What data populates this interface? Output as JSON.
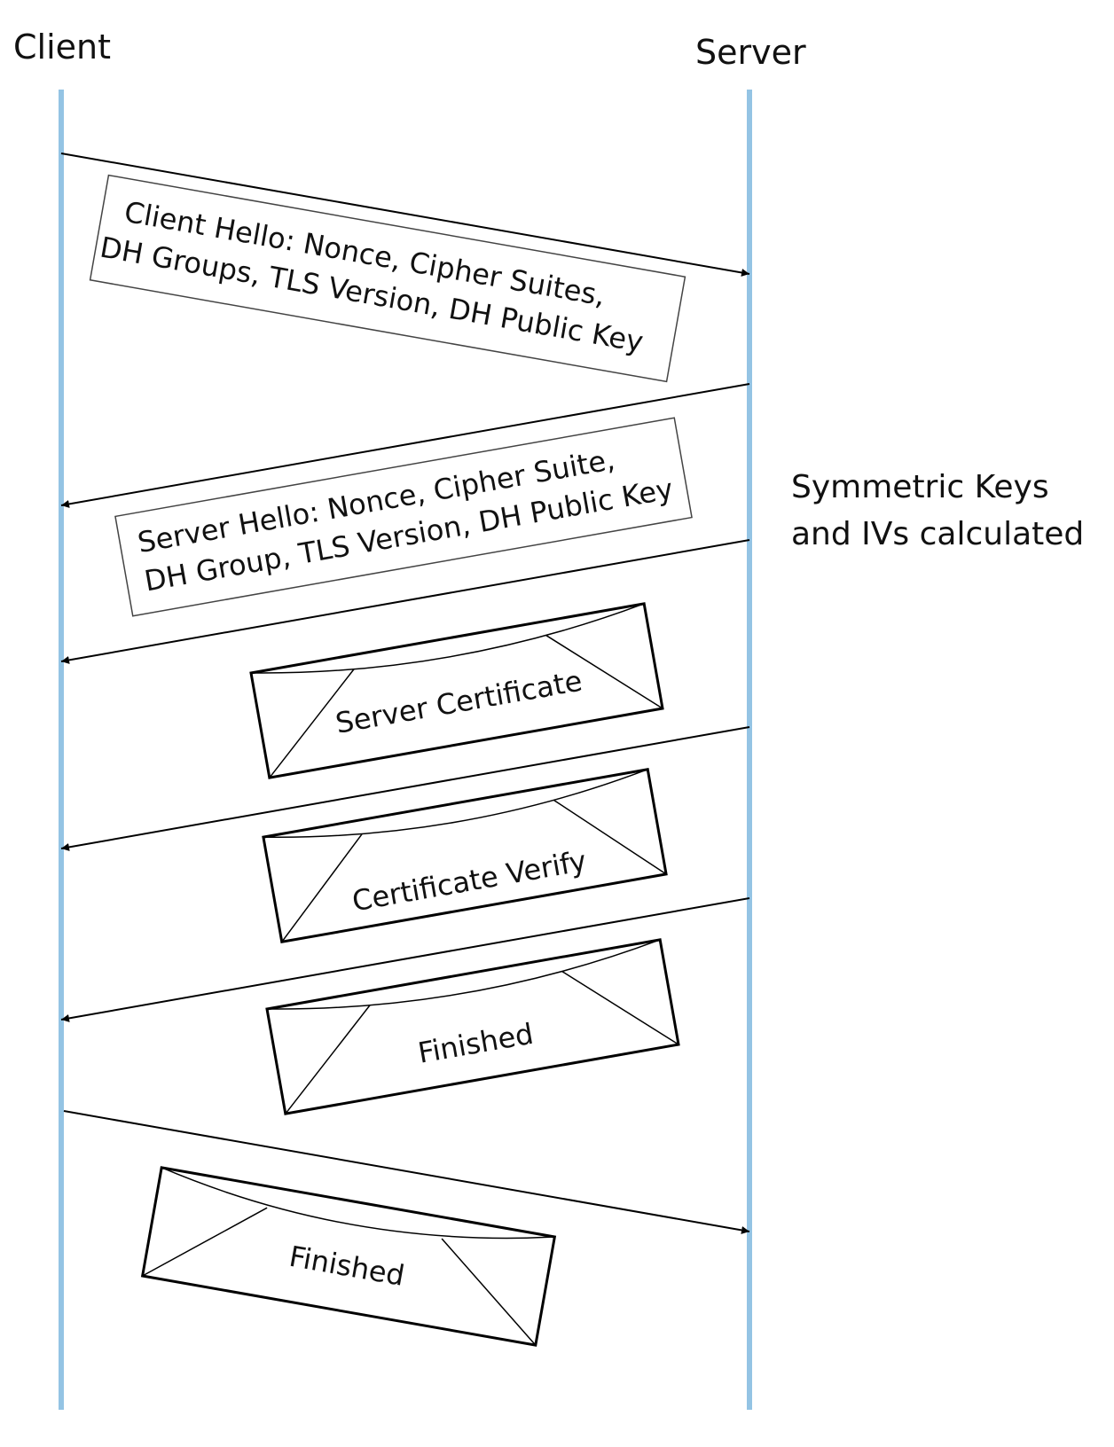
{
  "participants": {
    "client": "Client",
    "server": "Server"
  },
  "note": {
    "line1": "Symmetric Keys",
    "line2": "and IVs calculated"
  },
  "messages": {
    "client_hello": {
      "line1": "Client Hello: Nonce, Cipher Suites,",
      "line2": "DH Groups, TLS Version, DH Public Key"
    },
    "server_hello": {
      "line1": "Server Hello: Nonce, Cipher Suite,",
      "line2": "DH Group, TLS Version, DH Public Key"
    },
    "server_certificate": "Server Certificate",
    "certificate_verify": "Certificate Verify",
    "server_finished": "Finished",
    "client_finished": "Finished"
  },
  "colors": {
    "lifeline": "#94c4e4"
  }
}
